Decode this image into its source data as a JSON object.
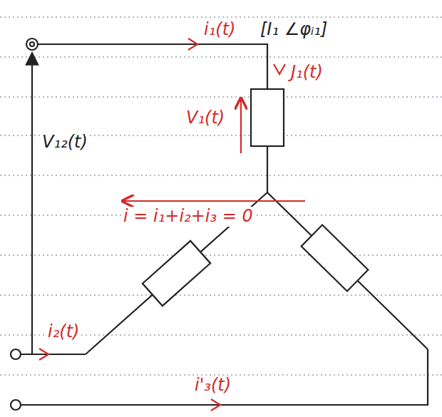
{
  "diagram": {
    "labels": [
      "i₁(t)",
      "[I₁ ∠φᵢ₁]",
      "J₁(t)",
      "V₁(t)",
      "V₁₂(t)",
      "i = i₁+i₂+i₃ = 0",
      "i₂(t)",
      "i'₃(t)"
    ]
  }
}
